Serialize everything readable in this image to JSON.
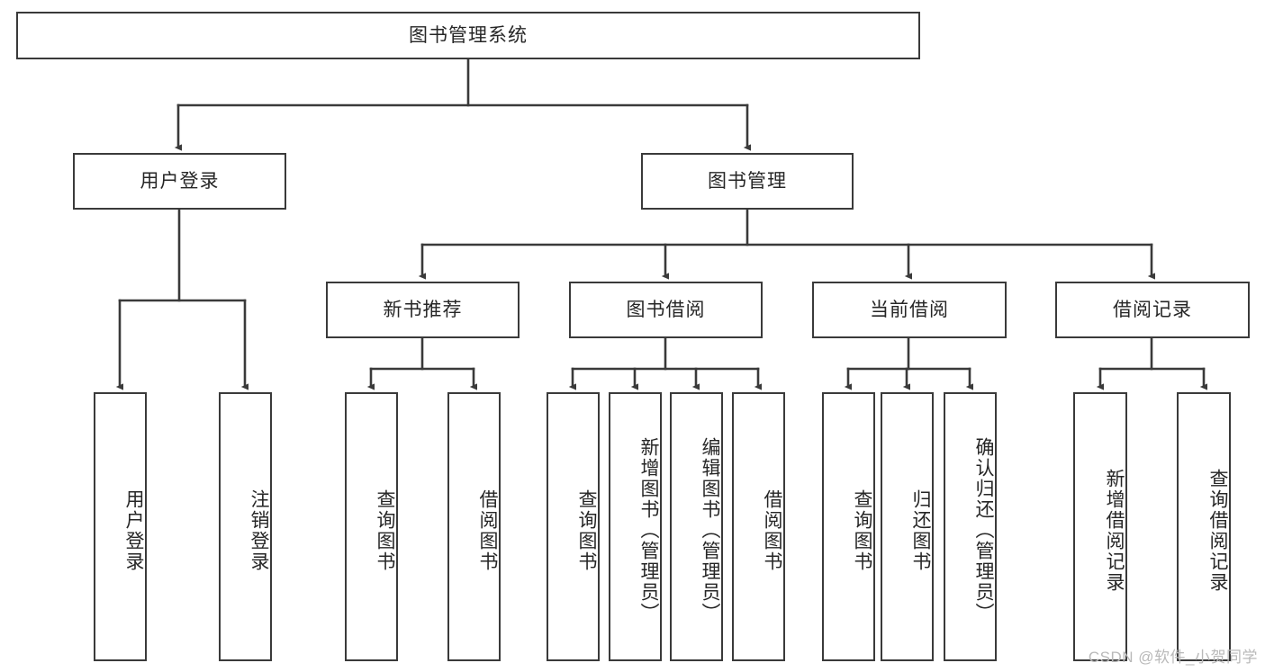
{
  "diagram": {
    "title": "图书管理系统",
    "type": "tree-hierarchy",
    "stroke_color": "#3a3a3a",
    "text_color": "#262626",
    "background": "#ffffff",
    "root": {
      "label": "图书管理系统",
      "orientation": "horizontal"
    },
    "level2": [
      {
        "label": "用户登录",
        "orientation": "horizontal"
      },
      {
        "label": "图书管理",
        "orientation": "horizontal"
      }
    ],
    "level3": [
      {
        "label": "新书推荐",
        "orientation": "horizontal"
      },
      {
        "label": "图书借阅",
        "orientation": "horizontal"
      },
      {
        "label": "当前借阅",
        "orientation": "horizontal"
      },
      {
        "label": "借阅记录",
        "orientation": "horizontal"
      }
    ],
    "leaves": {
      "user_login": [
        {
          "label": "用户登录",
          "orientation": "vertical"
        },
        {
          "label": "注销登录",
          "orientation": "vertical"
        }
      ],
      "new_book_recommend": [
        {
          "label": "查询图书",
          "orientation": "vertical"
        },
        {
          "label": "借阅图书",
          "orientation": "vertical"
        }
      ],
      "book_borrow": [
        {
          "label": "查询图书",
          "orientation": "vertical"
        },
        {
          "label": "新增图书（管理员）",
          "orientation": "vertical"
        },
        {
          "label": "编辑图书（管理员）",
          "orientation": "vertical"
        },
        {
          "label": "借阅图书",
          "orientation": "vertical"
        }
      ],
      "current_borrow": [
        {
          "label": "查询图书",
          "orientation": "vertical"
        },
        {
          "label": "归还图书",
          "orientation": "vertical"
        },
        {
          "label": "确认归还（管理员）",
          "orientation": "vertical"
        }
      ],
      "borrow_record": [
        {
          "label": "新增借阅记录",
          "orientation": "vertical"
        },
        {
          "label": "查询借阅记录",
          "orientation": "vertical"
        }
      ]
    }
  },
  "watermark": {
    "text": "CSDN @软件_小贺同学"
  }
}
